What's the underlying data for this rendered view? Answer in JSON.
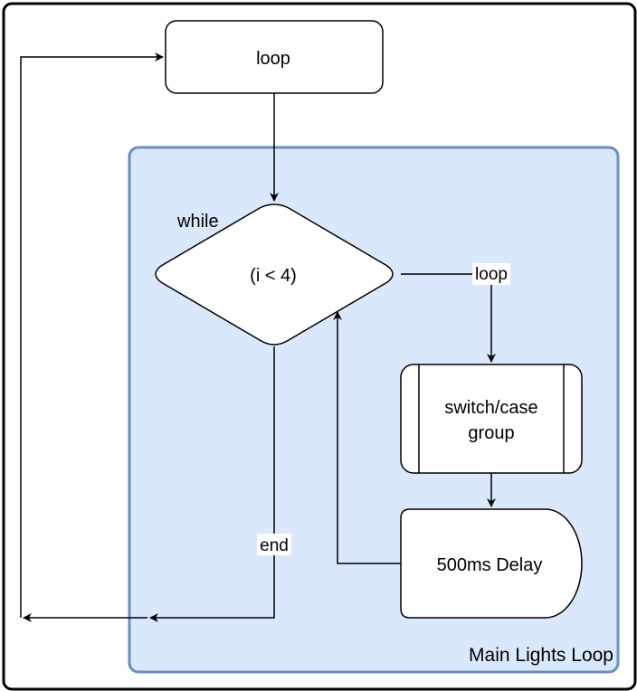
{
  "nodes": {
    "loop_start": {
      "label": "loop"
    },
    "while_label": "while",
    "condition": {
      "label": "(i < 4)"
    },
    "switch_group": {
      "line1": "switch/case",
      "line2": "group"
    },
    "delay": {
      "label": "500ms Delay"
    }
  },
  "edges": {
    "loop_label": "loop",
    "end_label": "end"
  },
  "group": {
    "label": "Main Lights Loop"
  },
  "colors": {
    "group_fill": "#dae8fc",
    "group_stroke": "#6c8ebf",
    "stroke": "#000000",
    "node_fill": "#ffffff"
  }
}
